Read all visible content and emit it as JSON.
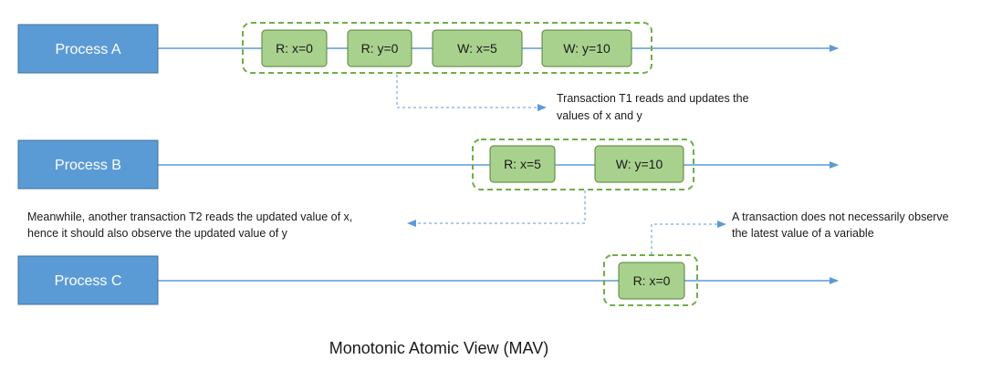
{
  "title": "Monotonic Atomic View (MAV)",
  "colors": {
    "process_fill": "#5b9bd5",
    "process_border": "#41719c",
    "timeline": "#5b9bd5",
    "op_fill": "#a9d18e",
    "op_border": "#548235",
    "group_border": "#70ad47",
    "connector": "#5b9bd5"
  },
  "processes": [
    {
      "label": "Process A",
      "operations": [
        "R: x=0",
        "R: y=0",
        "W: x=5",
        "W: y=10"
      ]
    },
    {
      "label": "Process B",
      "operations": [
        "R: x=5",
        "W: y=10"
      ]
    },
    {
      "label": "Process C",
      "operations": [
        "R: x=0"
      ]
    }
  ],
  "notes": [
    {
      "lines": [
        "Transaction T1 reads and updates the",
        "values of x and y"
      ]
    },
    {
      "lines": [
        "Meanwhile, another transaction T2 reads the updated value of x,",
        "hence it should also observe the updated value of y"
      ]
    },
    {
      "lines": [
        "A transaction does not necessarily observe",
        "the latest value of a variable"
      ]
    }
  ]
}
